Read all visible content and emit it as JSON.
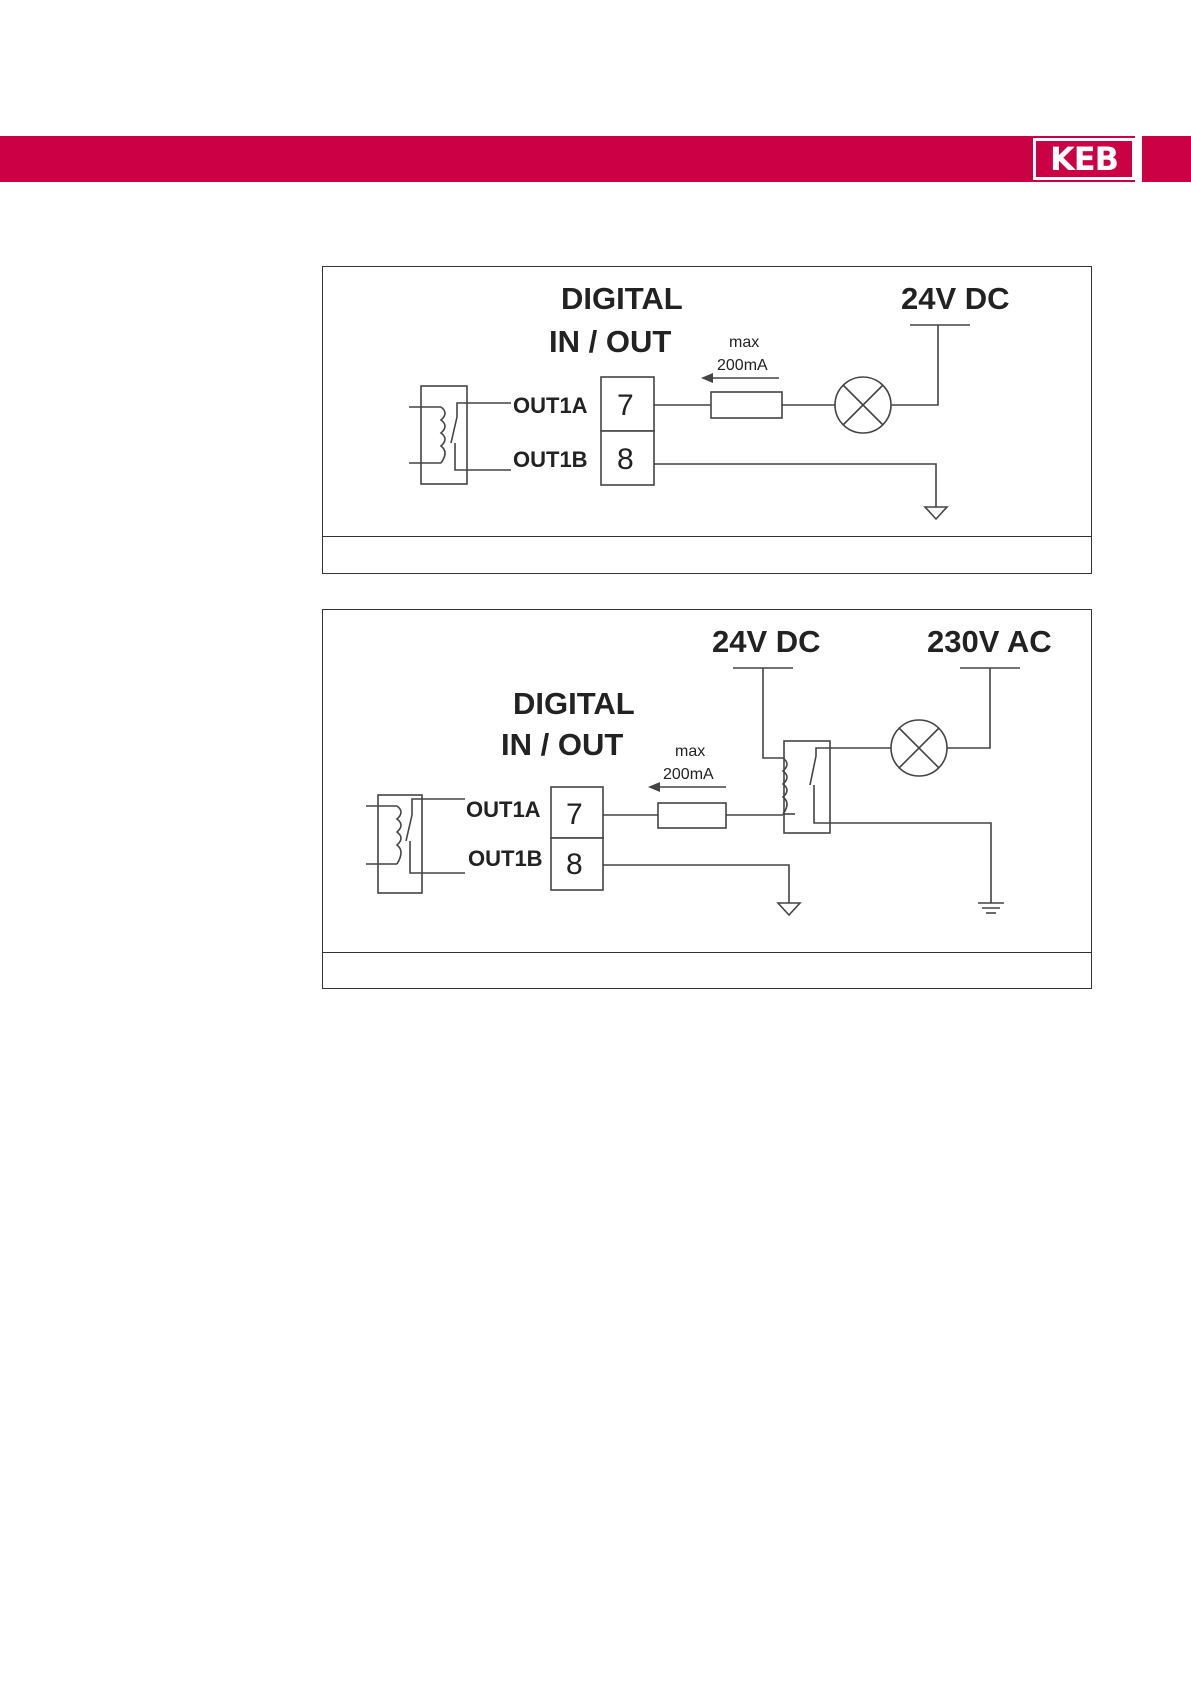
{
  "header": {
    "bar_color": "#cc0044",
    "logo_text": "KEB"
  },
  "figures": [
    {
      "title_line1": "DIGITAL",
      "title_line2": "IN / OUT",
      "supply_label": "24V DC",
      "current_label_line1": "max",
      "current_label_line2": "200mA",
      "pin_a_label": "OUT1A",
      "pin_b_label": "OUT1B",
      "terminal_a": "7",
      "terminal_b": "8",
      "caption": ""
    },
    {
      "title_line1": "DIGITAL",
      "title_line2": "IN / OUT",
      "supply_label": "24V DC",
      "ac_supply_label": "230V AC",
      "current_label_line1": "max",
      "current_label_line2": "200mA",
      "pin_a_label": "OUT1A",
      "pin_b_label": "OUT1B",
      "terminal_a": "7",
      "terminal_b": "8",
      "caption": ""
    }
  ]
}
